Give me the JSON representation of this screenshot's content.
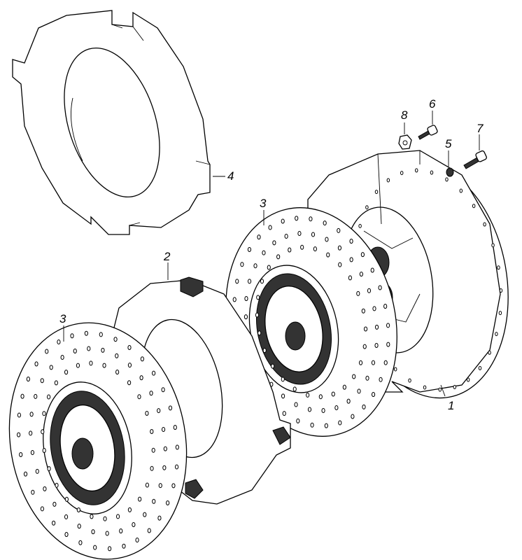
{
  "diagram": {
    "type": "exploded-parts-view",
    "callouts": [
      {
        "id": "label-1",
        "text": "1"
      },
      {
        "id": "label-2",
        "text": "2"
      },
      {
        "id": "label-3-rear",
        "text": "3"
      },
      {
        "id": "label-3-front",
        "text": "3"
      },
      {
        "id": "label-4",
        "text": "4"
      },
      {
        "id": "label-5",
        "text": "5"
      },
      {
        "id": "label-6",
        "text": "6"
      },
      {
        "id": "label-7",
        "text": "7"
      },
      {
        "id": "label-8",
        "text": "8"
      }
    ]
  }
}
